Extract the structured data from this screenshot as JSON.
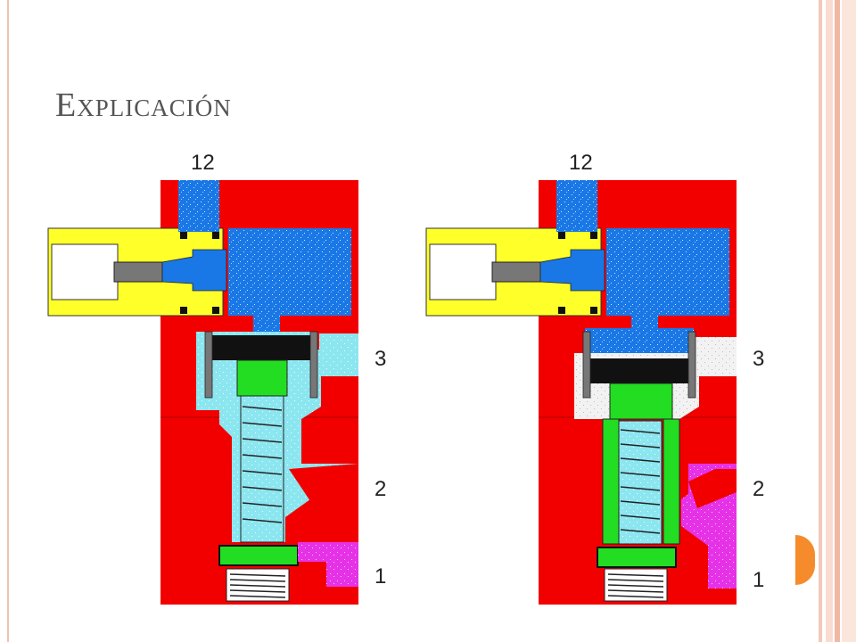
{
  "slide": {
    "title": "Explicación"
  },
  "diagrams": [
    {
      "port_labels": {
        "top": "12",
        "p3": "3",
        "p2": "2",
        "p1": "1"
      }
    },
    {
      "port_labels": {
        "top": "12",
        "p3": "3",
        "p2": "2",
        "p1": "1"
      }
    }
  ],
  "colors": {
    "body": "#f20000",
    "actuator": "#ffff2a",
    "pilot_air": "#1a78e6",
    "exhaust_air": "#8ce6f0",
    "spool": "#22dd22",
    "supply": "#e632e6",
    "seal": "#1a1a1a",
    "spring": "#ffffff"
  }
}
